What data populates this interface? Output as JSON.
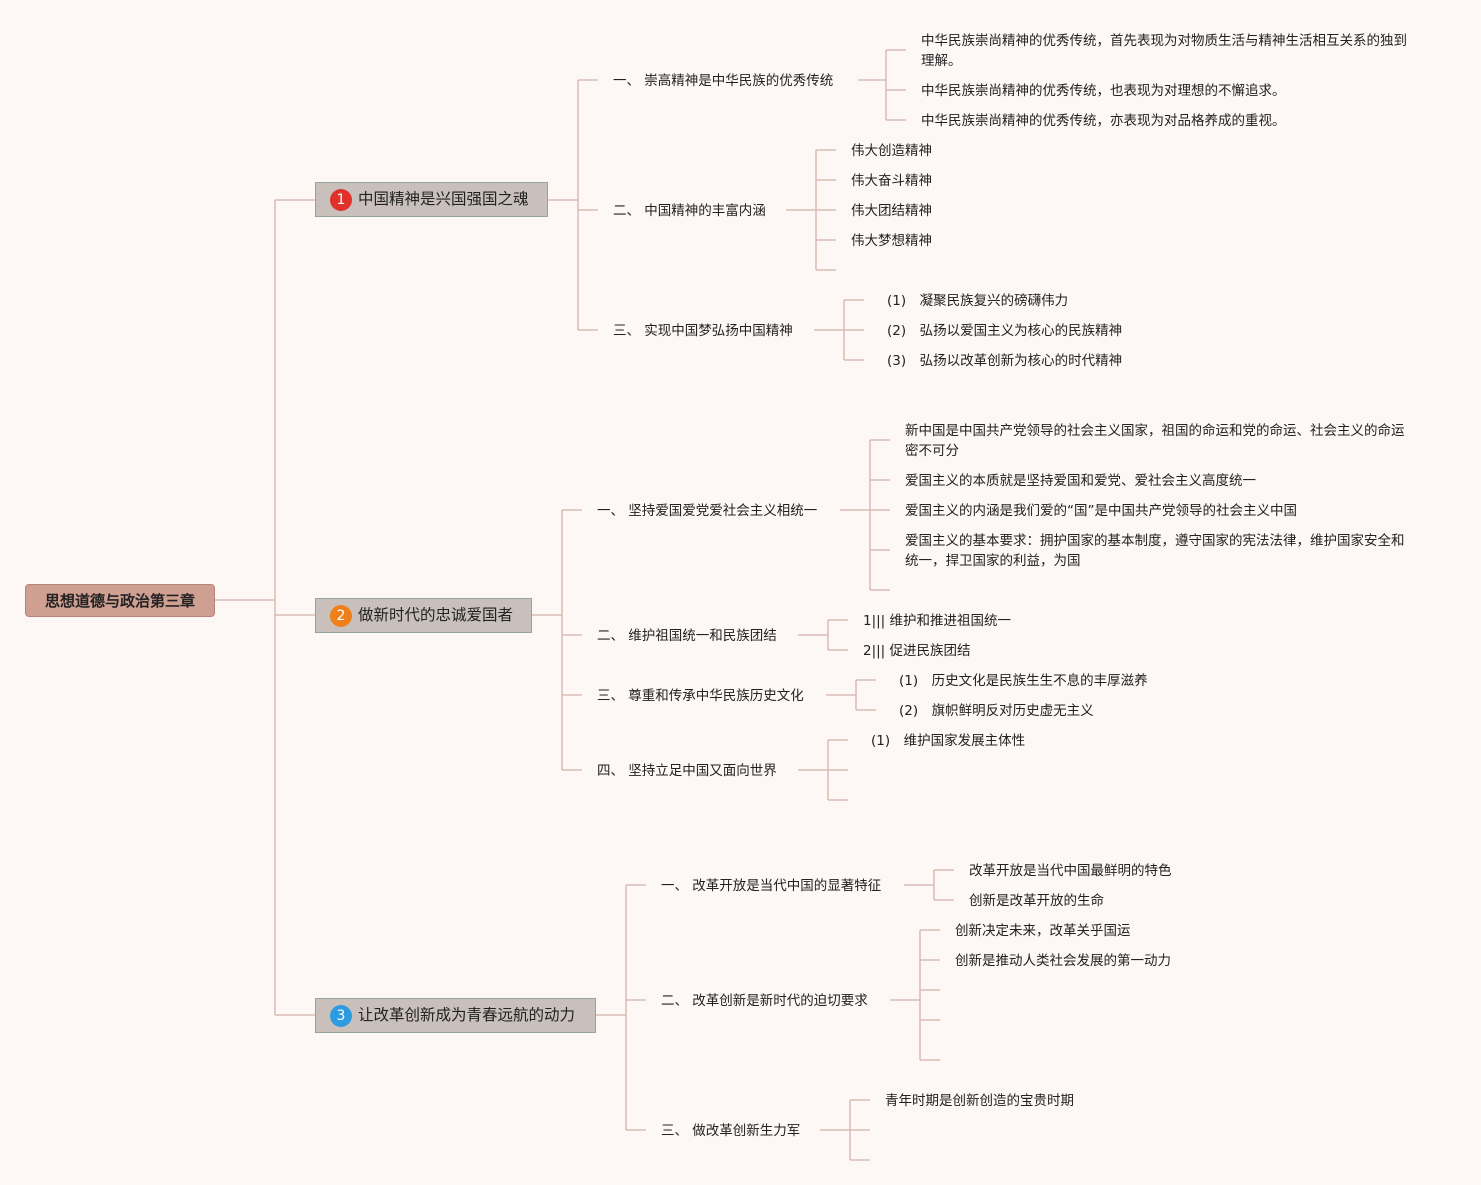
{
  "root": "思想道德与政治第三章",
  "colors": {
    "badge1": "#e0312a",
    "badge2": "#ef7f1a",
    "badge3": "#2e9be0",
    "line": "#d6b3aa",
    "root_fill": "#cf9f92"
  },
  "topics": [
    {
      "num": "1",
      "title": "中国精神是兴国强国之魂",
      "subs": [
        {
          "label": "一、 崇高精神是中华民族的优秀传统",
          "leaves": [
            "中华民族崇尚精神的优秀传统，首先表现为对物质生活与精神生活相互关系的独到理解。",
            "中华民族崇尚精神的优秀传统，也表现为对理想的不懈追求。",
            "中华民族崇尚精神的优秀传统，亦表现为对品格养成的重视。"
          ]
        },
        {
          "label": "二、 中国精神的丰富内涵",
          "leaves": [
            "伟大创造精神",
            "伟大奋斗精神",
            "伟大团结精神",
            "伟大梦想精神"
          ]
        },
        {
          "label": "三、 实现中国梦弘扬中国精神",
          "leaves": [
            "(1)　凝聚民族复兴的磅礴伟力",
            "(2)　弘扬以爱国主义为核心的民族精神",
            "(3)　弘扬以改革创新为核心的时代精神"
          ]
        }
      ]
    },
    {
      "num": "2",
      "title": "做新时代的忠诚爱国者",
      "subs": [
        {
          "label": "一、 坚持爱国爱党爱社会主义相统一",
          "leaves": [
            "新中国是中国共产党领导的社会主义国家，祖国的命运和党的命运、社会主义的命运密不可分",
            "爱国主义的本质就是坚持爱国和爱党、爱社会主义高度统一",
            "爱国主义的内涵是我们爱的“国”是中国共产党领导的社会主义中国",
            "爱国主义的基本要求：拥护国家的基本制度，遵守国家的宪法法律，维护国家安全和统一，捍卫国家的利益，为国"
          ]
        },
        {
          "label": "二、 维护祖国统一和民族团结",
          "leaves": [
            "1||| 维护和推进祖国统一",
            "2||| 促进民族团结"
          ]
        },
        {
          "label": "三、 尊重和传承中华民族历史文化",
          "leaves": [
            "(1)　历史文化是民族生生不息的丰厚滋养",
            "(2)　旗帜鲜明反对历史虚无主义"
          ]
        },
        {
          "label": "四、 坚持立足中国又面向世界",
          "leaves": [
            "(1)　维护国家发展主体性"
          ]
        }
      ]
    },
    {
      "num": "3",
      "title": "让改革创新成为青春远航的动力",
      "subs": [
        {
          "label": "一、 改革开放是当代中国的显著特征",
          "leaves": [
            "改革开放是当代中国最鲜明的特色",
            "创新是改革开放的生命"
          ]
        },
        {
          "label": "二、 改革创新是新时代的迫切要求",
          "leaves": [
            "创新决定未来，改革关乎国运",
            "创新是推动人类社会发展的第一动力"
          ]
        },
        {
          "label": "三、 做改革创新生力军",
          "leaves": [
            "青年时期是创新创造的宝贵时期"
          ]
        }
      ]
    }
  ]
}
